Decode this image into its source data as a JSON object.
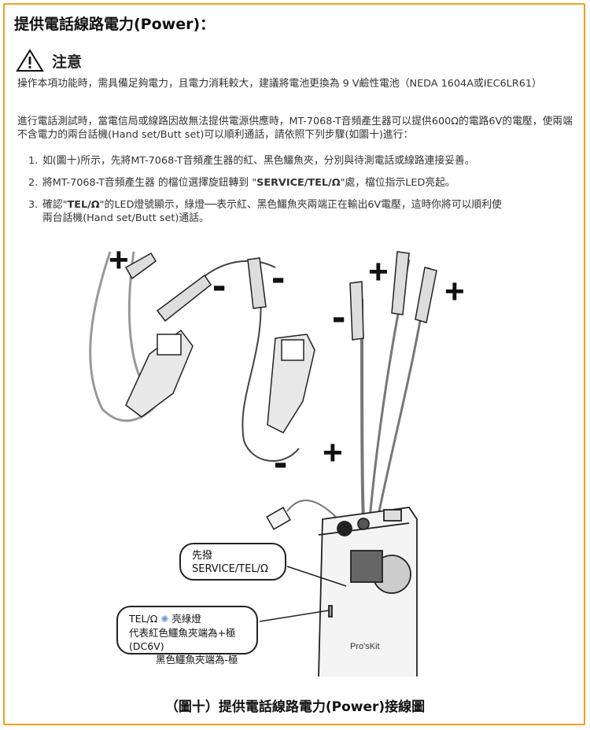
{
  "title": "提供電話線路電力(Power)：",
  "warning_label": "注意",
  "paragraph1": "操作本項功能時，需具備足夠電力，且電力消耗較大，建議將電池更換為 9 V鹼性電池（NEDA 1604A或IEC6LR61）",
  "paragraph2": "進行電話測試時，當電信局或線路因故無法提供電源供應時，MT-7068-T音頻產生器可以提供600Ω的電路6V的電壓，使兩端不含電力的兩台話機(Hand set/Butt set)可以順利通話，請依照下列步驟(如圖十)進行：",
  "steps": [
    {
      "num": "1.",
      "text": "如(圖十)所示，先將MT-7068-T音頻產生器的紅、黑色鱷魚夾，分別與待測電話或線路連接妥善。"
    },
    {
      "num": "2.",
      "pre": "將MT-7068-T音頻產生器 的檔位選擇旋鈕轉到 \"",
      "bold": "SERVICE/TEL/Ω",
      "post": "\"處，檔位指示LED亮起。"
    },
    {
      "num": "3.",
      "pre": "確認\"",
      "bold": "TEL/Ω",
      "post": "\"的LED燈號顯示，綠燈──表示紅、黑色鱷魚夾兩端正在輸出6V電壓，這時你將可以順利使",
      "cont": "兩台話機(Hand set/Butt set)通話。"
    }
  ],
  "polarity": {
    "plus": "+",
    "minus": "-"
  },
  "callout1": {
    "line1": "先撥",
    "line2": "SERVICE/TEL/Ω"
  },
  "callout2": {
    "line1_pre": "TEL/Ω",
    "line1_icon": "✺",
    "line1_post": "亮綠燈",
    "line2": "代表紅色鱷魚夾端為+極(DC6V)",
    "line3": "黑色鱷魚夾端為-極"
  },
  "device_brand": "Pro'sKit",
  "caption": "（圖十）提供電話線路電力(Power)接線圖",
  "colors": {
    "border": "#f0a020",
    "led_green": "#6a9ad0"
  }
}
